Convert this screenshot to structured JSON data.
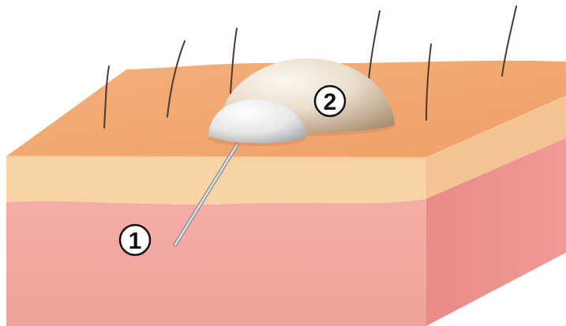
{
  "diagram": {
    "type": "skin-cross-section-illustration",
    "callouts": [
      {
        "label": "1",
        "refers_to": "needle"
      },
      {
        "label": "2",
        "refers_to": "large-subcutaneous-bleb"
      }
    ]
  },
  "colors": {
    "skin_surface": "#f2a974",
    "epidermis_layer": "#f6cf9f",
    "dermis_front": "#f2a7a1",
    "dermis_side": "#ec8f8d",
    "hair": "#4d3a32",
    "bleb_small": "#e8e9ea",
    "bleb_large": "#e4d5bf",
    "needle": "#b8bcbe",
    "callout_stroke": "#111111"
  }
}
